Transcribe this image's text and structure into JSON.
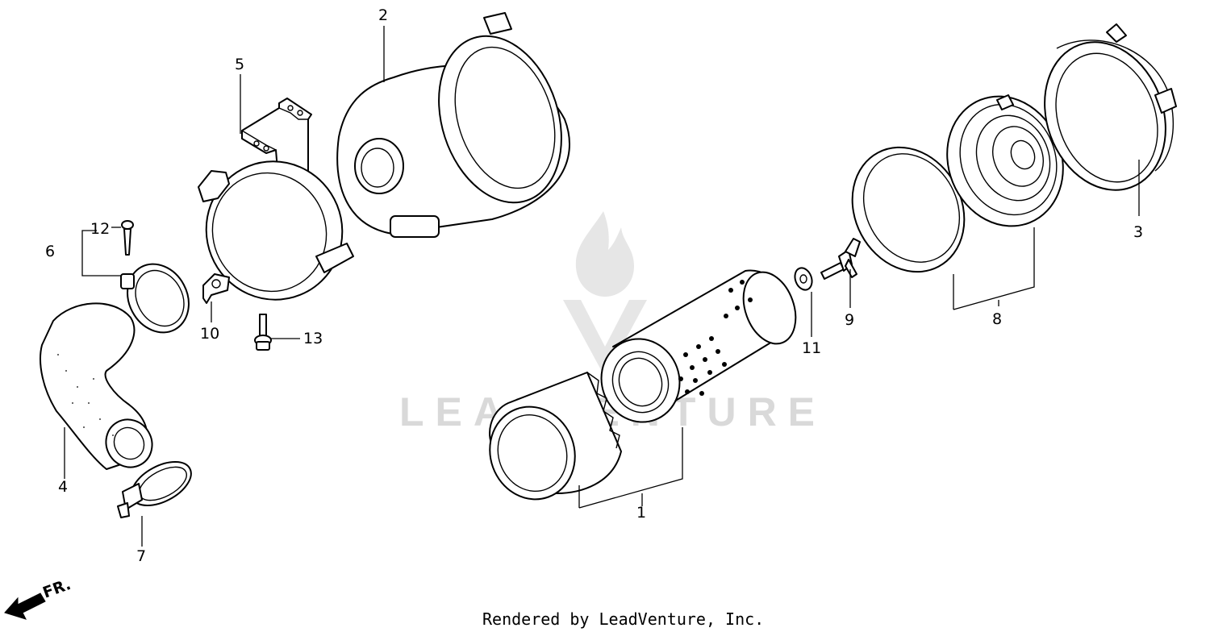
{
  "callouts": {
    "c1": "1",
    "c2": "2",
    "c3": "3",
    "c4": "4",
    "c5": "5",
    "c6": "6",
    "c7": "7",
    "c8": "8",
    "c9": "9",
    "c10": "10",
    "c11": "11",
    "c12": "12",
    "c13": "13"
  },
  "direction": {
    "label": "FR."
  },
  "watermark": {
    "text": "LEADVENTURE"
  },
  "footer": {
    "text": "Rendered by LeadVenture, Inc."
  }
}
